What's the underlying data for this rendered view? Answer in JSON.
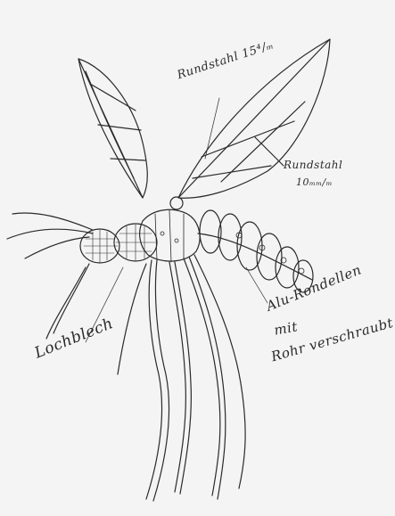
{
  "annotations": {
    "wire_large": "Rundstahl 15⁴/ₘ",
    "wire_small_line1": "Rundstahl",
    "wire_small_line2": "10ₘₘ/ₘ",
    "perforated_sheet": "Lochblech",
    "alu_line1": "Alu-Rondellen",
    "alu_line2": "mit",
    "alu_line3": "Rohr verschraubt"
  },
  "colors": {
    "paper": "#f4f4f4",
    "ink": "#2a2a2a"
  }
}
